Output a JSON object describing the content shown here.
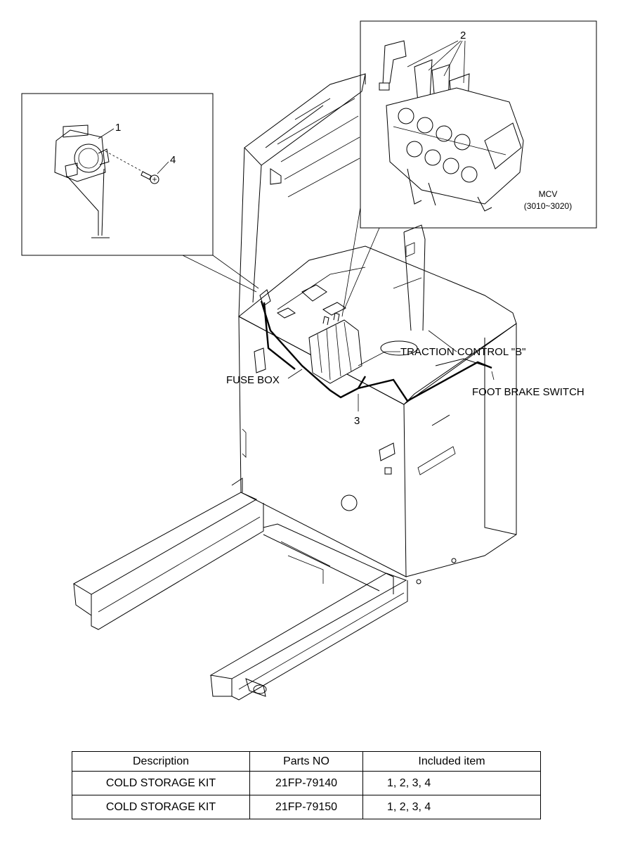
{
  "callouts": {
    "item_1": "1",
    "item_2": "2",
    "item_3": "3",
    "item_4": "4"
  },
  "labels": {
    "mcv": "MCV",
    "mcv_range": "(3010~3020)",
    "traction_control": "TRACTION CONTROL \"B\"",
    "fuse_box": "FUSE BOX",
    "foot_brake_switch": "FOOT BRAKE SWITCH"
  },
  "table": {
    "headers": [
      "Description",
      "Parts NO",
      "Included item"
    ],
    "rows": [
      [
        "COLD STORAGE KIT",
        "21FP-79140",
        "1, 2, 3, 4"
      ],
      [
        "COLD STORAGE KIT",
        "21FP-79150",
        "1, 2, 3, 4"
      ]
    ]
  }
}
